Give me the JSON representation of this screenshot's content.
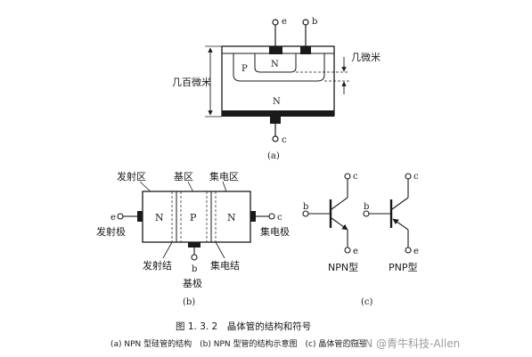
{
  "diagram_a": {
    "label": "(a)",
    "emitter_terminal": "e",
    "base_terminal": "b",
    "collector_terminal": "c",
    "p_region": "P",
    "n_emitter_region": "N",
    "n_collector_region": "N",
    "dimension_left": "几百微米",
    "dimension_right": "几微米"
  },
  "diagram_b": {
    "label": "(b)",
    "emitter_region_label": "发射区",
    "base_region_label": "基区",
    "collector_region_label": "集电区",
    "left_n": "N",
    "middle_p": "P",
    "right_n": "N",
    "emitter_terminal": "e",
    "collector_terminal": "c",
    "base_terminal": "b",
    "emitter_electrode_label": "发射极",
    "collector_electrode_label": "集电极",
    "emitter_junction_label": "发射结",
    "collector_junction_label": "集电结",
    "base_electrode_label": "基极"
  },
  "diagram_c": {
    "label": "(c)",
    "npn_c": "c",
    "npn_b": "b",
    "npn_e": "e",
    "pnp_c": "c",
    "pnp_b": "b",
    "pnp_e": "e",
    "npn_caption": "NPN型",
    "pnp_caption": "PNP型"
  },
  "figure": {
    "title": "图 1. 3. 2　晶体管的结构和符号",
    "subtitle": "(a) NPN 型硅管的结构　(b) NPN 型管的结构示意图　(c) 晶体管的符号"
  },
  "watermark": "CSDN @青牛科技-Allen"
}
